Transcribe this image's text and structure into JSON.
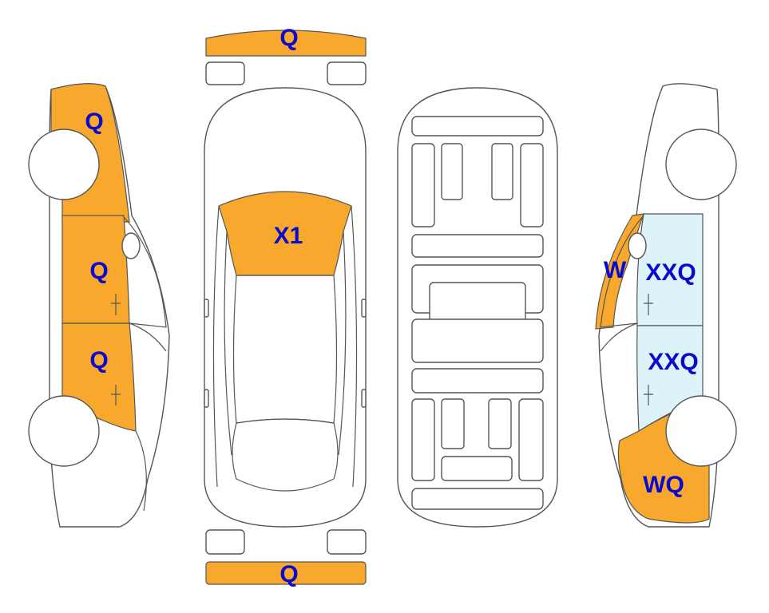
{
  "colors": {
    "damage_fill": "#F9A82E",
    "glass_fill": "#DDF3FA",
    "label_color": "#0A0ACF",
    "outline": "#555555"
  },
  "labels": {
    "front_bumper": "Q",
    "rear_bumper": "Q",
    "left_front_fender": "Q",
    "left_front_door": "Q",
    "left_rear_door": "Q",
    "windshield": "X1",
    "right_front_door": "XXQ",
    "right_rear_door": "XXQ",
    "right_rear_pillar": "W",
    "right_rear_quarter": "WQ"
  }
}
